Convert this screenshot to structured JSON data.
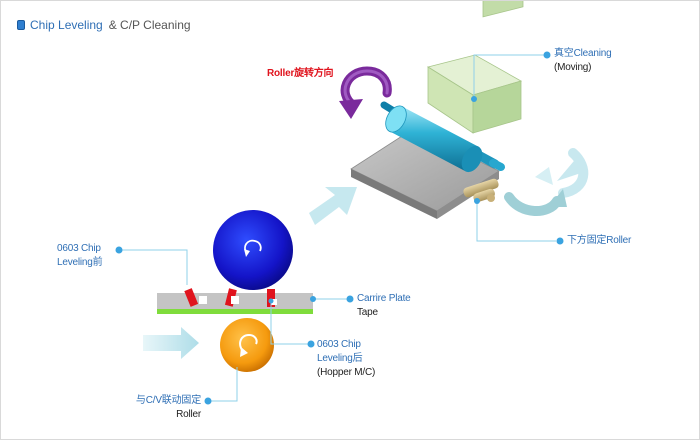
{
  "title": {
    "part1": "Chip Leveling",
    "part2": "& C/P Cleaning"
  },
  "labels": {
    "vacuum_line1": "真空Cleaning",
    "vacuum_line2": "(Moving)",
    "roller_rotation": "Roller旋转方向",
    "lower_fixed_roller": "下方固定Roller",
    "before_line1": "0603 Chip",
    "before_line2": "Leveling前",
    "carrier_line1": "Carrire Plate",
    "carrier_line2": "Tape",
    "after_line1": "0603 Chip",
    "after_line2": "Leveling后",
    "after_line3": "(Hopper M/C)",
    "linked_line1": "与C/V联动固定",
    "linked_line2": "Roller"
  },
  "colors": {
    "label_blue": "#2f6fb5",
    "label_red": "#e0141e",
    "upper_roller": "#1a1ad6",
    "lower_roller": "#f59a0e",
    "chip_red": "#e0141e",
    "tape_green": "#7fdc3c",
    "arrow_cyan": "#bfe6ee",
    "purple_arrow": "#7a2a9c",
    "cylinder_cyan": "#28a9cc",
    "vacuum_green": "#cfe5b4",
    "plate_gray": "#9e9e9e"
  },
  "icons": {
    "title_marker": "bullet-icon",
    "rotation_arrow": "curved-arrow-icon",
    "flow_arrow": "right-arrow-icon"
  }
}
